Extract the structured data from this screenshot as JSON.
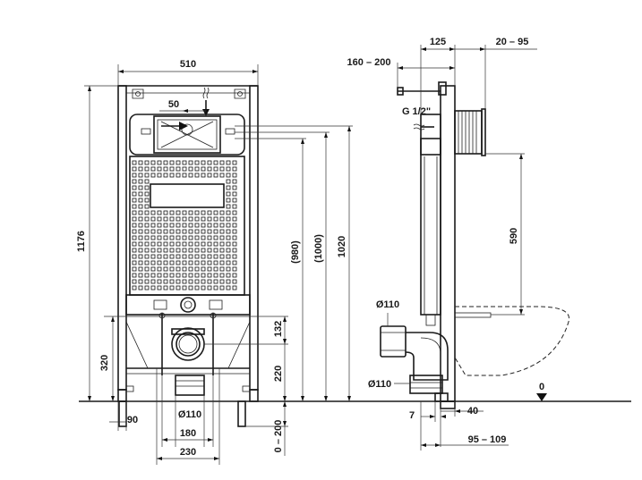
{
  "diagram": {
    "front_view": {
      "labels": {
        "width_510": "510",
        "width_50": "50",
        "height_1176": "1176",
        "height_980": "(980)",
        "height_1000": "(1000)",
        "height_1020": "1020",
        "height_132": "132",
        "height_220": "220",
        "height_320": "320",
        "height_0_200": "0 – 200",
        "width_90": "90",
        "dia_110": "Ø110",
        "width_180": "180",
        "width_230": "230"
      }
    },
    "side_view": {
      "labels": {
        "depth_125": "125",
        "depth_20_95": "20 – 95",
        "depth_160_200": "160 – 200",
        "thread_g12": "G 1/2\"",
        "height_590": "590",
        "dia_110_upper": "Ø110",
        "dia_110_lower": "Ø110",
        "floor_zero": "0",
        "width_7": "7",
        "width_40": "40",
        "depth_95_109": "95 – 109"
      }
    },
    "colors": {
      "line": "#1a1a1a",
      "background": "#ffffff"
    }
  }
}
